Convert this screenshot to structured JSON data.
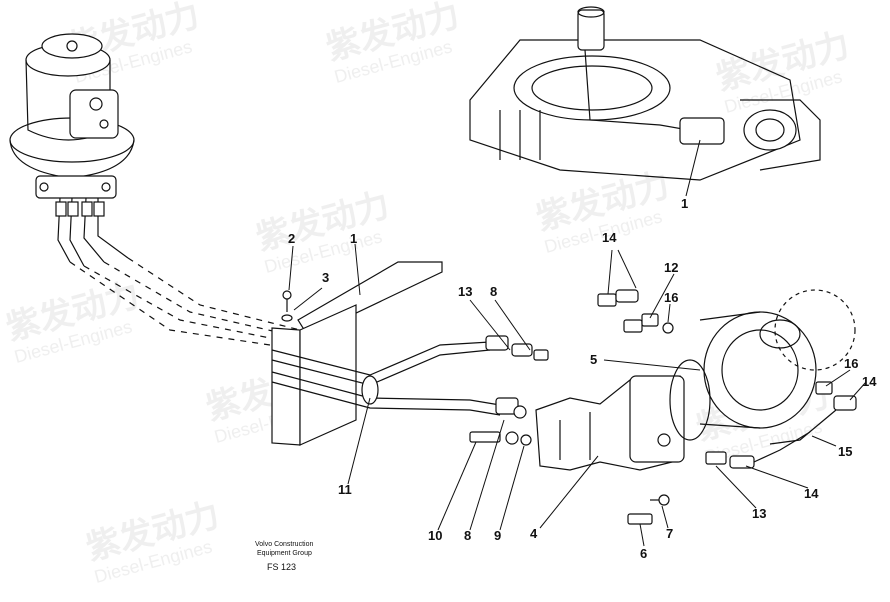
{
  "watermark": {
    "brand_cn": "紫发动力",
    "brand_en": "Diesel-Engines"
  },
  "caption": {
    "line1": "Volvo Construction",
    "line2": "Equipment Group",
    "figure_id": "FS 123"
  },
  "callouts": {
    "c1_top": "1",
    "c1_mid": "1",
    "c2": "2",
    "c3": "3",
    "c4": "4",
    "c5": "5",
    "c6": "6",
    "c7": "7",
    "c8_top": "8",
    "c8_bot": "8",
    "c9": "9",
    "c10": "10",
    "c11": "11",
    "c12": "12",
    "c13_top": "13",
    "c13_bot": "13",
    "c14_top": "14",
    "c14_mid": "14",
    "c14_bot": "14",
    "c15": "15",
    "c16_mid": "16",
    "c16_right": "16"
  }
}
